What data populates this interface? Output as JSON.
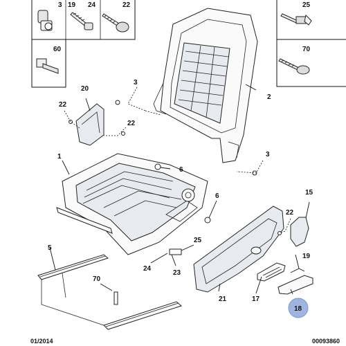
{
  "diagram": {
    "parts": {
      "p1": "1",
      "p2": "2",
      "p3a": "3",
      "p3b": "3",
      "p5": "5",
      "p6a": "6",
      "p6b": "6",
      "p15": "15",
      "p17": "17",
      "p18": "18",
      "p19": "19",
      "p20": "20",
      "p21": "21",
      "p22a": "22",
      "p22b": "22",
      "p22c": "22",
      "p23": "23",
      "p24": "24",
      "p25": "25",
      "p70": "70"
    },
    "inset_boxes": {
      "b3": "3",
      "b19": "19",
      "b24": "24",
      "b22": "22",
      "b25": "25",
      "b70": "70",
      "b60": "60"
    },
    "highlight_color": "#9fb4de",
    "footer": {
      "date": "01/2014",
      "reference": "00093860"
    }
  }
}
